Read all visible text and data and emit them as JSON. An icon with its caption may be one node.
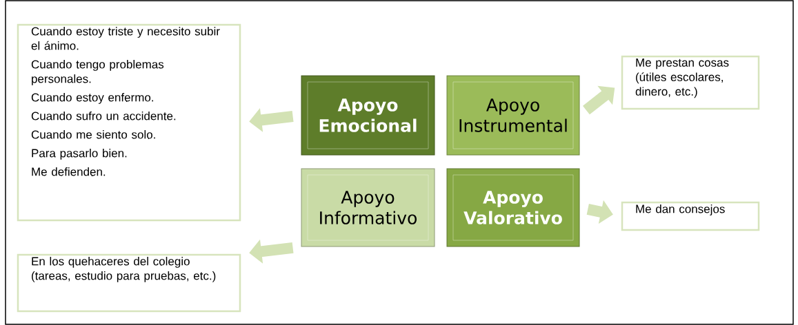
{
  "diagram": {
    "nodes": [
      {
        "text": [
          "Apoyo Emocional"
        ]
      },
      {
        "text": [
          "Apoyo Instrumental"
        ]
      },
      {
        "text": [
          "Apoyo Informativo"
        ]
      },
      {
        "text": [
          "Apoyo Valorativo"
        ]
      },
      {
        "text": [
          "Cuando estoy triste y necesito subir el ánimo.",
          "Cuando tengo problemas personales.",
          "Cuando estoy enfermo.",
          "Cuando sufro un accidente.",
          "Cuando me siento solo.",
          "Para pasarlo bien.",
          "Me defienden."
        ]
      },
      {
        "text": [
          "Me prestan cosas (útiles escolares, dinero, etc.)"
        ]
      },
      {
        "text": [
          "Me dan consejos"
        ]
      },
      {
        "text": [
          "En los quehaceres del colegio (tareas, estudio para pruebas, etc.)"
        ]
      }
    ],
    "edges": [
      {
        "from": 0,
        "to": 4,
        "arrow": "to"
      },
      {
        "from": 1,
        "to": 5,
        "arrow": "to"
      },
      {
        "from": 3,
        "to": 6,
        "arrow": "to"
      },
      {
        "from": 2,
        "to": 7,
        "arrow": "to"
      }
    ]
  }
}
